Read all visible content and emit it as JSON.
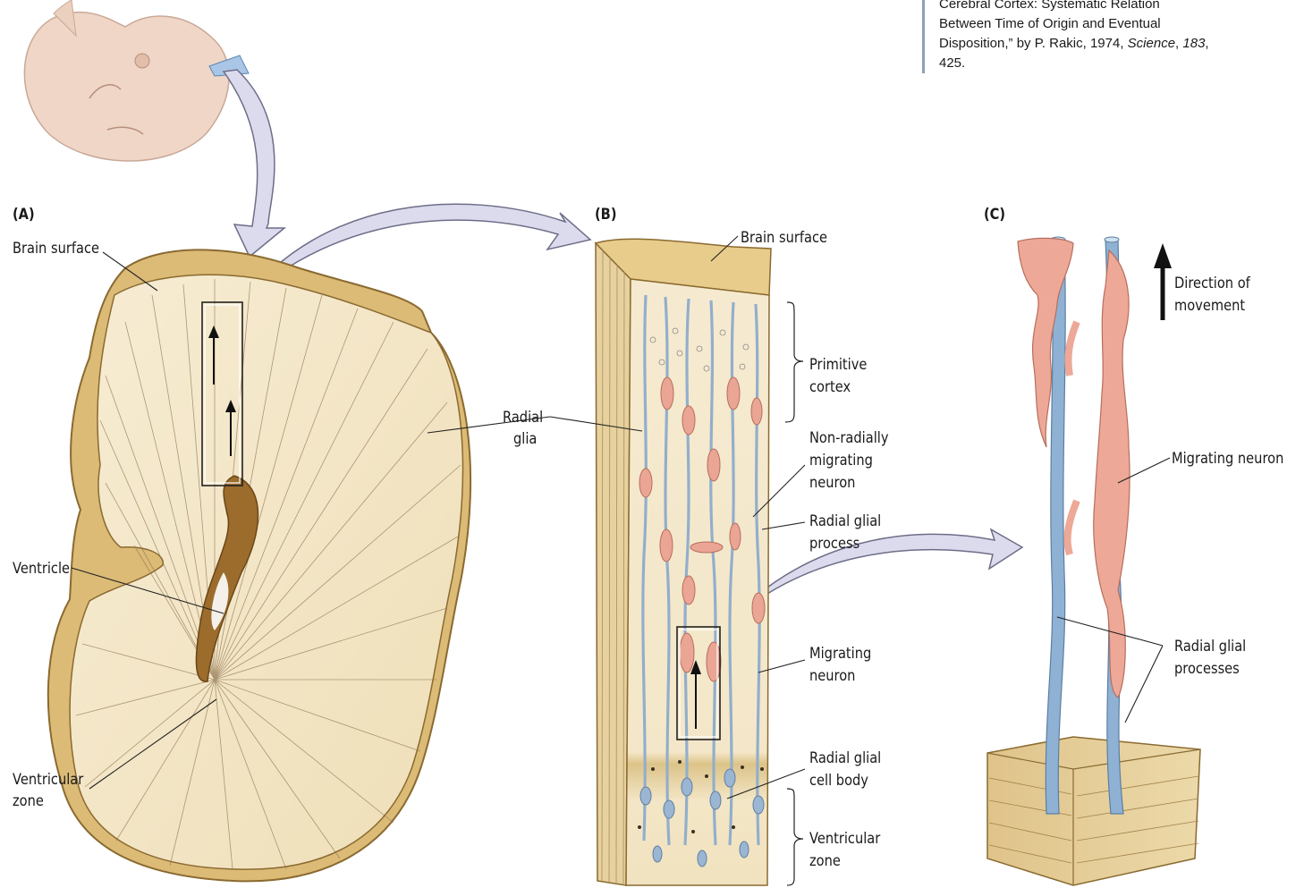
{
  "caption": {
    "line1": "Cerebral Cortex: Systematic Relation",
    "line2": "Between Time of Origin and Eventual",
    "line3_a": "Disposition,” by P. Rakic, 1974, ",
    "line3_journal": "Science",
    "line3_sep": ", ",
    "line3_volume": "183",
    "line3_end": ",",
    "line4": "425."
  },
  "panels": {
    "a": "(A)",
    "b": "(B)",
    "c": "(C)"
  },
  "labels_a": {
    "brain_surface": "Brain surface",
    "radial_glia_1": "Radial",
    "radial_glia_2": "glia",
    "ventricle": "Ventricle",
    "ventricular_zone_1": "Ventricular",
    "ventricular_zone_2": "zone"
  },
  "labels_b": {
    "brain_surface": "Brain surface",
    "primitive_cortex_1": "Primitive",
    "primitive_cortex_2": "cortex",
    "non_radially_1": "Non-radially",
    "non_radially_2": "migrating",
    "non_radially_3": "neuron",
    "radial_glial_process_1": "Radial glial",
    "radial_glial_process_2": "process",
    "migrating_neuron_1": "Migrating",
    "migrating_neuron_2": "neuron",
    "cell_body_1": "Radial glial",
    "cell_body_2": "cell body",
    "ventricular_zone_1": "Ventricular",
    "ventricular_zone_2": "zone"
  },
  "labels_c": {
    "direction_1": "Direction of",
    "direction_2": "movement",
    "migrating_neuron": "Migrating neuron",
    "processes_1": "Radial glial",
    "processes_2": "processes"
  },
  "colors": {
    "tissue": "#e7cd8f",
    "tissue_light": "#f2e6c9",
    "ventricle": "#9b6c2c",
    "glia": "#8fb1d3",
    "neuron": "#eea897",
    "callout_arrow": "#dcdbee"
  }
}
